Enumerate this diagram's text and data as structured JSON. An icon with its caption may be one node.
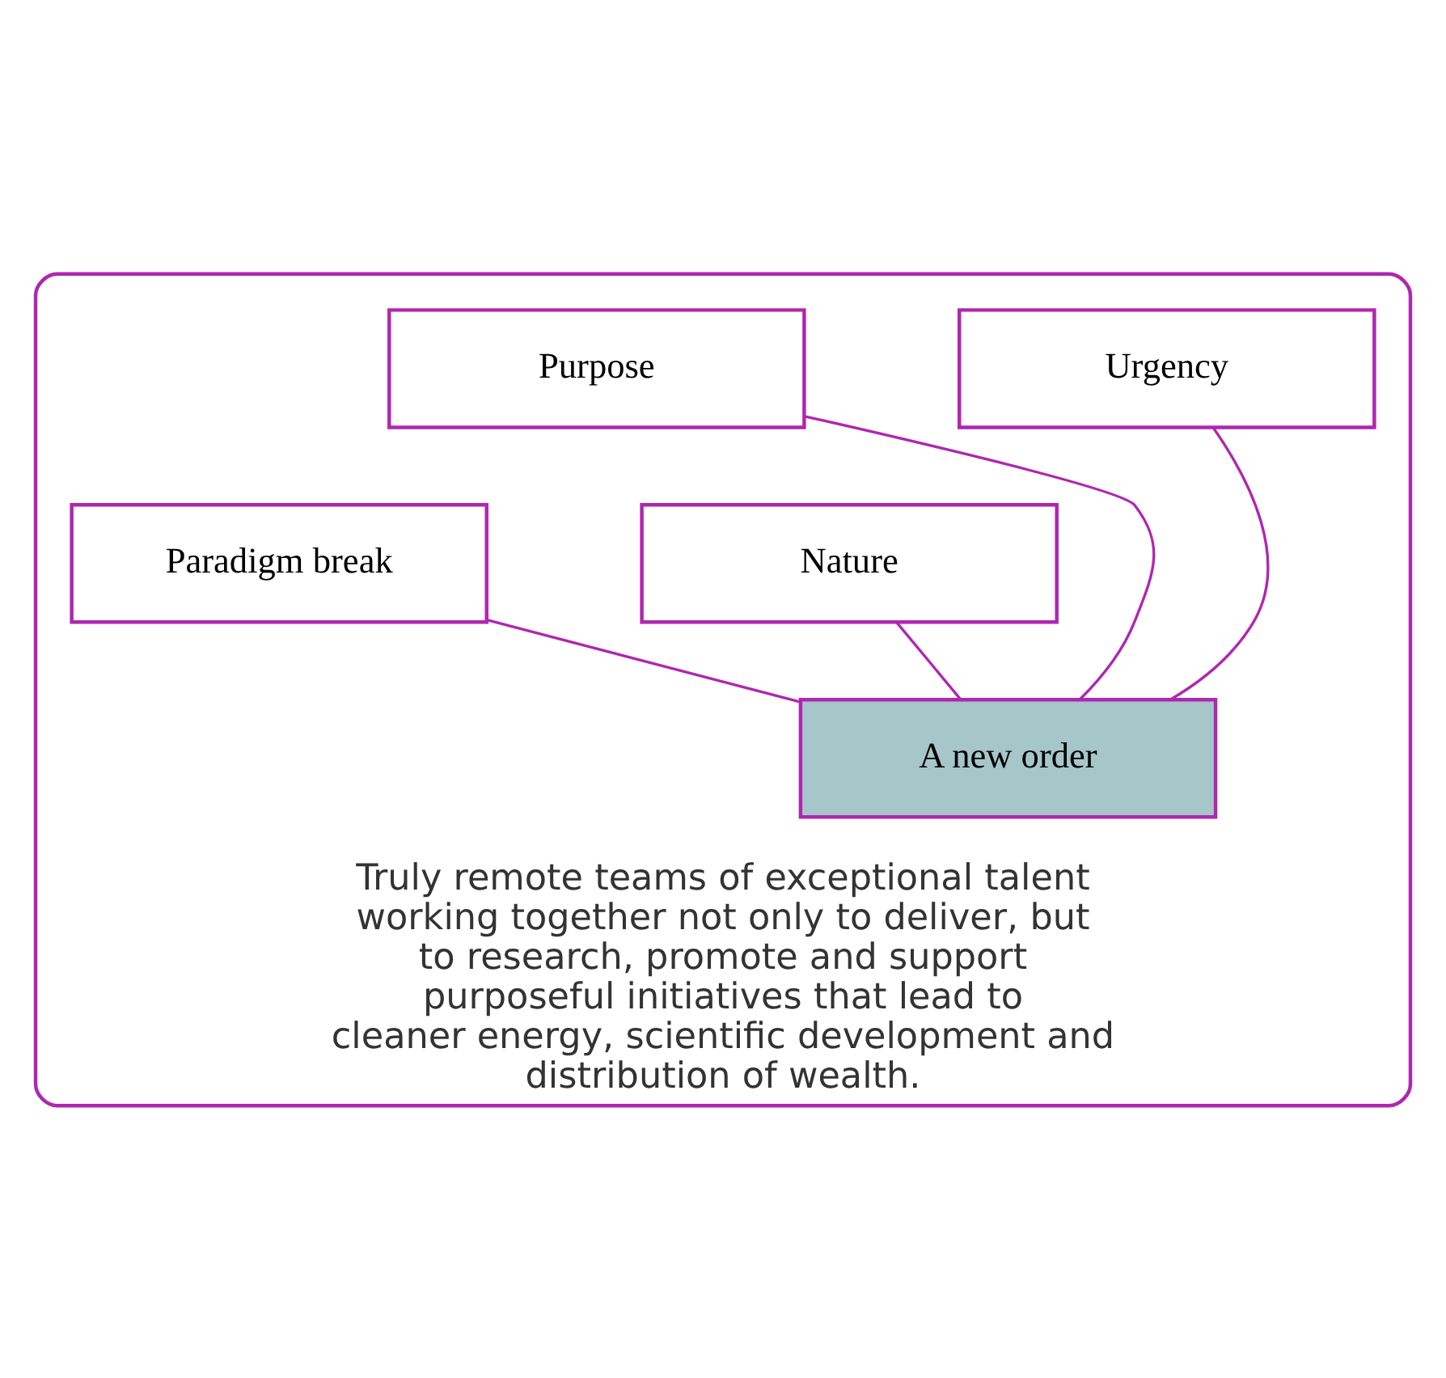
{
  "diagram": {
    "nodes": [
      {
        "text": [
          "Truly remote teams of exceptional talent working together not only to deliver, but to research, promote and support purposeful initiatives that lead to cleaner energy, scientific development and distribution of wealth."
        ]
      },
      {
        "text": [
          "Urgency"
        ],
        "in": 0
      },
      {
        "text": [
          "Purpose"
        ],
        "in": 0
      },
      {
        "text": [
          "Nature"
        ],
        "in": 0
      },
      {
        "text": [
          "Paradigm break"
        ],
        "in": 0
      },
      {
        "text": [
          "A new order"
        ],
        "in": 0
      }
    ],
    "edges": [
      {
        "from": 1,
        "to": 5,
        "arrow": "none"
      },
      {
        "from": 2,
        "to": 5,
        "arrow": "none"
      },
      {
        "from": 3,
        "to": 5,
        "arrow": "none"
      },
      {
        "from": 4,
        "to": 5,
        "arrow": "none"
      }
    ]
  }
}
